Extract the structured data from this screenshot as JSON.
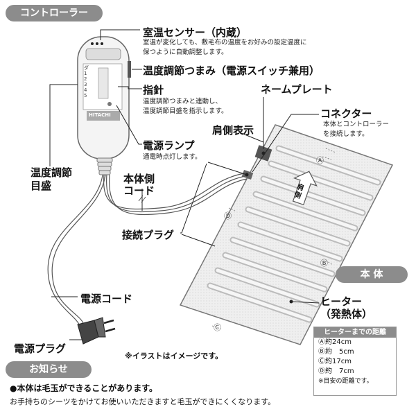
{
  "sections": {
    "controller": "コントローラー",
    "main_body": "本 体",
    "notice": "お知らせ"
  },
  "labels": {
    "room_sensor": {
      "title": "室温センサー（内蔵）",
      "desc": [
        "室温が変化しても、敷毛布の温度をお好みの設定温度に",
        "保つように自動調整します。"
      ]
    },
    "temp_knob": {
      "title": "温度調節つまみ（電源スイッチ兼用）"
    },
    "pointer": {
      "title": "指針",
      "desc": [
        "温度調節つまみと連動し、",
        "温度調節目盛を指示します。"
      ]
    },
    "power_lamp": {
      "title": "電源ランプ",
      "desc": [
        "通電時点灯します。"
      ]
    },
    "temp_scale": {
      "title": [
        "温度調節",
        "目盛"
      ]
    },
    "body_cord": {
      "title": [
        "本体側",
        "コード"
      ]
    },
    "connect_plug": {
      "title": "接続プラグ"
    },
    "power_cord": {
      "title": "電源コード"
    },
    "power_plug": {
      "title": "電源プラグ"
    },
    "name_plate": {
      "title": "ネームプレート"
    },
    "connector": {
      "title": "コネクター",
      "desc": [
        "本体とコントローラー",
        "を接続します。"
      ]
    },
    "shoulder_mark": {
      "title": "肩側表示"
    },
    "heater": {
      "title": [
        "ヒーター",
        "（発熱体）"
      ]
    }
  },
  "pad_marks": {
    "shoulder_text": [
      "肩",
      "側"
    ],
    "a": "Ⓐ",
    "b": "Ⓑ",
    "c": "Ⓒ",
    "d": "Ⓓ"
  },
  "controller_device": {
    "brand": "HITACHI",
    "scale": [
      "ダ",
      "1",
      "2",
      "3",
      "4",
      "5"
    ]
  },
  "distance_table": {
    "header": "ヒーターまでの距離",
    "rows": [
      "Ⓐ約24cm",
      "Ⓑ約　5cm",
      "Ⓒ約17cm",
      "Ⓓ約　7cm"
    ],
    "footnote": "※目安の距離です。"
  },
  "illustration_note": "※イラストはイメージです。",
  "notice": {
    "headline": "●本体は毛玉ができることがあります。",
    "body": "お手持ちのシーツをかけてお使いいただきますと毛玉ができにくくなります。"
  }
}
